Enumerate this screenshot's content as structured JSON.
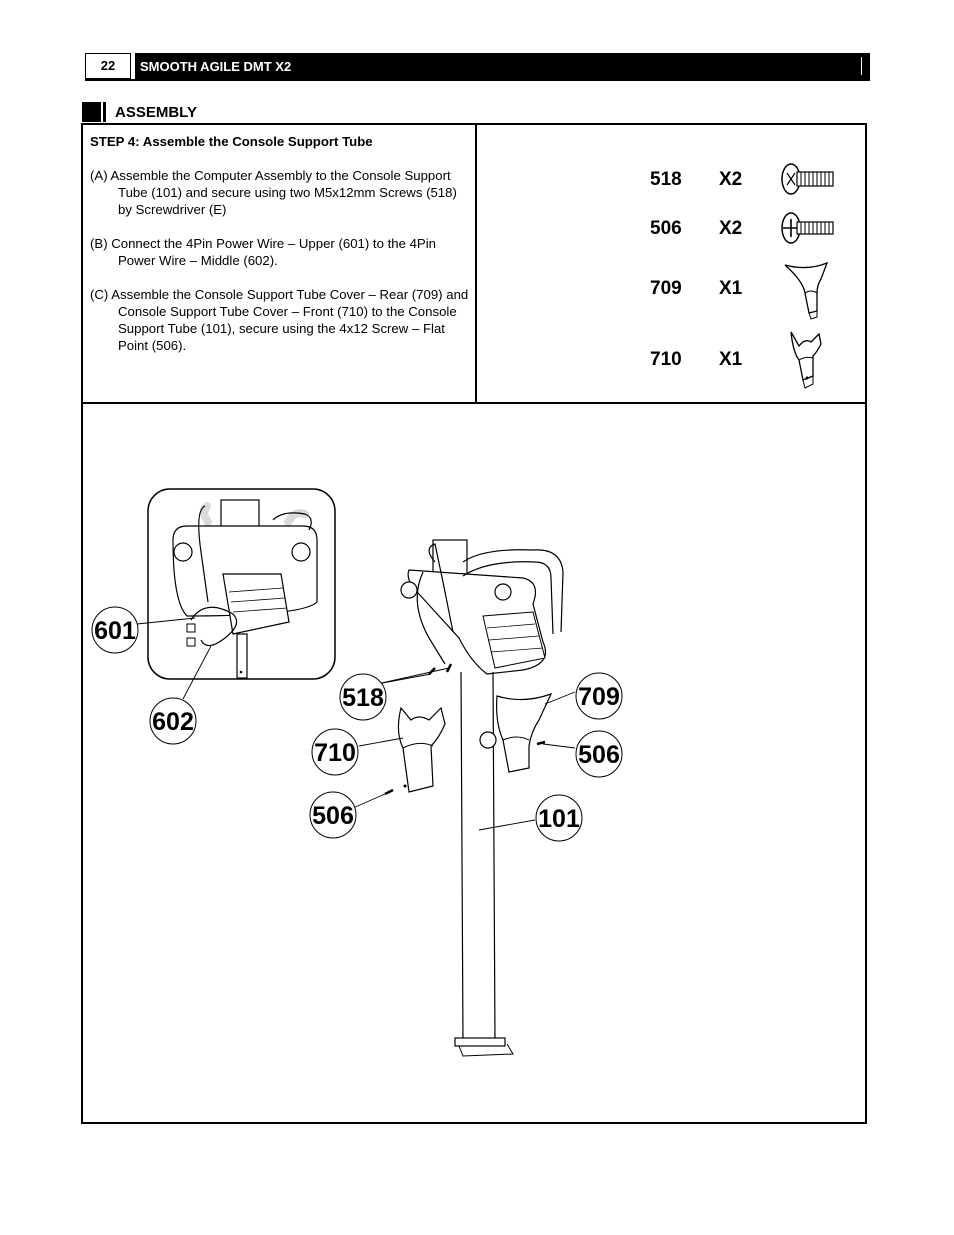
{
  "header": {
    "page_number": "22",
    "title": "SMOOTH AGILE DMT X2"
  },
  "section": {
    "title": "ASSEMBLY"
  },
  "step": {
    "label": "STEP 4",
    "separator": ":",
    "title": "Assemble the Console Support Tube",
    "instructions": [
      "(A) Assemble the Computer Assembly to the Console Support Tube (101) and secure using two M5x12mm Screws (518) by Screwdriver (E)",
      "(B) Connect the 4Pin Power Wire – Upper (601) to the 4Pin Power Wire – Middle (602).",
      "(C) Assemble the Console Support Tube Cover – Rear (709) and Console Support Tube Cover – Front (710) to the Console Support Tube (101), secure using the 4x12 Screw – Flat Point (506)."
    ]
  },
  "parts": [
    {
      "code": "518",
      "qty": "X2",
      "icon": "screw-icon"
    },
    {
      "code": "506",
      "qty": "X2",
      "icon": "screw-flat-point-icon"
    },
    {
      "code": "709",
      "qty": "X1",
      "icon": "tube-cover-rear-icon"
    },
    {
      "code": "710",
      "qty": "X1",
      "icon": "tube-cover-front-icon"
    }
  ],
  "callouts": {
    "c601": "601",
    "c602": "602",
    "c518": "518",
    "c709": "709",
    "c710": "710",
    "c506a": "506",
    "c506b": "506",
    "c101": "101"
  }
}
